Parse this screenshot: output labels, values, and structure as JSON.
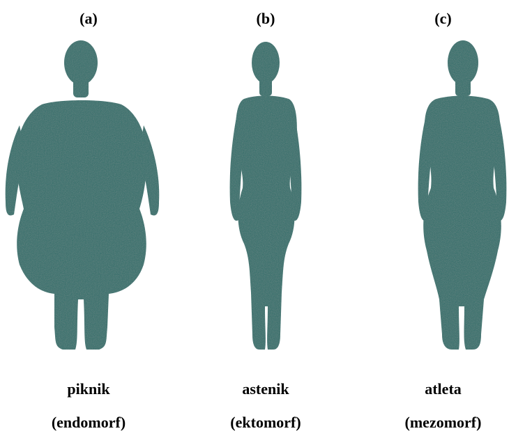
{
  "figures": [
    {
      "letter": "(a)",
      "name": "piknik",
      "term": "(endomorf)"
    },
    {
      "letter": "(b)",
      "name": "astenik",
      "term": "(ektomorf)"
    },
    {
      "letter": "(c)",
      "name": "atleta",
      "term": "(mezomorf)"
    }
  ],
  "colors": {
    "silhouette": "#2e6e6a",
    "silhouette_dark": "#24605b"
  }
}
